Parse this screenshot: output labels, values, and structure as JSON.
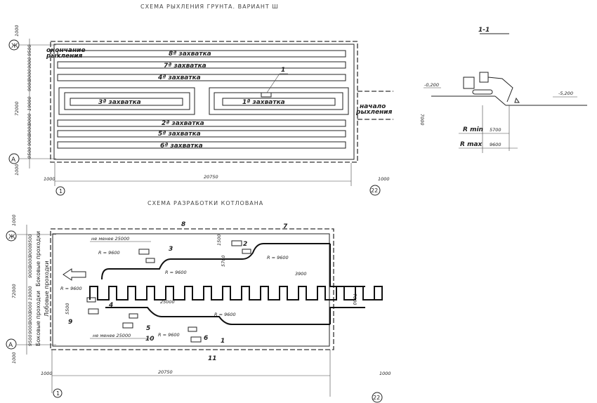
{
  "top_plan": {
    "title": "СХЕМА РЫХЛЕНИЯ ГРУНТА.  ВАРИАНТ Ш",
    "end_label_1": "окончание",
    "end_label_2": "рыхления",
    "start_label_1": "начало",
    "start_label_2": "рыхления",
    "zones": [
      "8ª захватка",
      "7ª захватка",
      "4ª захватка",
      "3ª захватка",
      "1ª захватка",
      "2ª захватка",
      "5ª захватка",
      "6ª захватка"
    ],
    "callout": "1",
    "axis_top": "Ж",
    "axis_bottom": "А",
    "axis_left": "1",
    "axis_right": "22",
    "dim_total_vertical": "72000",
    "dim_rows": [
      "9500",
      "9000",
      "9000",
      "9000",
      "19000",
      "9000",
      "9000",
      "9000",
      "9500"
    ],
    "dim_offset_top": "1000",
    "dim_offset_bottom": "1000",
    "dim_length": "20750",
    "dim_left_offset": "1000",
    "dim_right_offset": "1000",
    "dim_entry": "7000"
  },
  "section": {
    "title": "1-1",
    "level_top": "-0,200",
    "level_bottom": "-5,200",
    "rmin_label": "R min",
    "rmin_value": "5700",
    "rmax_label": "R max",
    "rmax_value": "9600"
  },
  "bottom_plan": {
    "title": "СХЕМА РАЗРАБОТКИ КОТЛОВАНА",
    "side_passes": "Боковые проходки",
    "front_passes": "Лобовые проходки",
    "min_dist_top": "не менее 25000",
    "min_dist_bottom": "не менее 25000",
    "radius": "R = 9600",
    "dim_25000": "25000",
    "dim_3900": "3900",
    "dim_7000": "7000",
    "dim_5500": "5500",
    "dim_5700": "5700",
    "dim_1500": "1500",
    "callouts": [
      "2",
      "3",
      "4",
      "5",
      "6",
      "7",
      "8",
      "9",
      "10",
      "11"
    ],
    "section_mark": "1",
    "axis_top": "Ж",
    "axis_bottom": "А",
    "axis_left": "1",
    "axis_right": "22",
    "dim_total_vertical": "72000",
    "dim_rows": [
      "9500",
      "9000",
      "9000",
      "9000",
      "19000",
      "9000",
      "9000",
      "9000",
      "9500"
    ],
    "dim_offset_top": "1000",
    "dim_offset_bottom": "1000",
    "dim_length": "20750",
    "dim_left_offset": "1000",
    "dim_right_offset": "1000"
  }
}
